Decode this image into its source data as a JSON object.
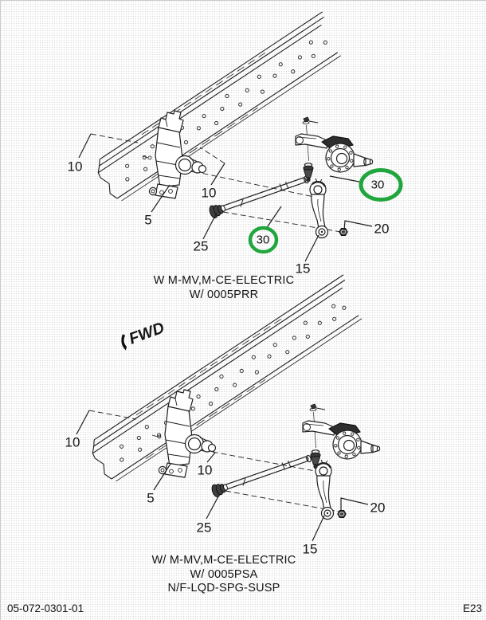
{
  "page": {
    "background": "#ffffff",
    "line_color": "#1f1f1f",
    "highlight_color": "#21a63e",
    "texture": "halftone-dots"
  },
  "footer": {
    "document_number": "05-072-0301-01",
    "page_code": "E23"
  },
  "diagrams": [
    {
      "name": "variant-0005PRR",
      "caption": {
        "line1": "W M-MV,M-CE-ELECTRIC",
        "line2": "W/ 0005PRR"
      },
      "callouts": [
        {
          "part": "frame-rail",
          "label": "10"
        },
        {
          "part": "steering-gear",
          "label": "5"
        },
        {
          "part": "frame-rail",
          "label": "10"
        },
        {
          "part": "drag-link",
          "label": "25"
        },
        {
          "part": "steering-arm",
          "label": "15"
        },
        {
          "part": "stud-nut",
          "label": "20"
        }
      ],
      "highlighted_callouts": [
        {
          "part": "drag-link-end",
          "label": "30"
        },
        {
          "part": "drag-link-end",
          "label": "30"
        }
      ]
    },
    {
      "name": "variant-0005PSA",
      "direction_label": "FWD",
      "caption": {
        "line1": "W/ M-MV,M-CE-ELECTRIC",
        "line2": "W/ 0005PSA",
        "line3": "N/F-LQD-SPG-SUSP"
      },
      "callouts": [
        {
          "part": "frame-rail",
          "label": "10"
        },
        {
          "part": "steering-gear",
          "label": "5"
        },
        {
          "part": "frame-rail",
          "label": "10"
        },
        {
          "part": "drag-link",
          "label": "25"
        },
        {
          "part": "steering-arm",
          "label": "15"
        },
        {
          "part": "stud-nut",
          "label": "20"
        }
      ]
    }
  ]
}
